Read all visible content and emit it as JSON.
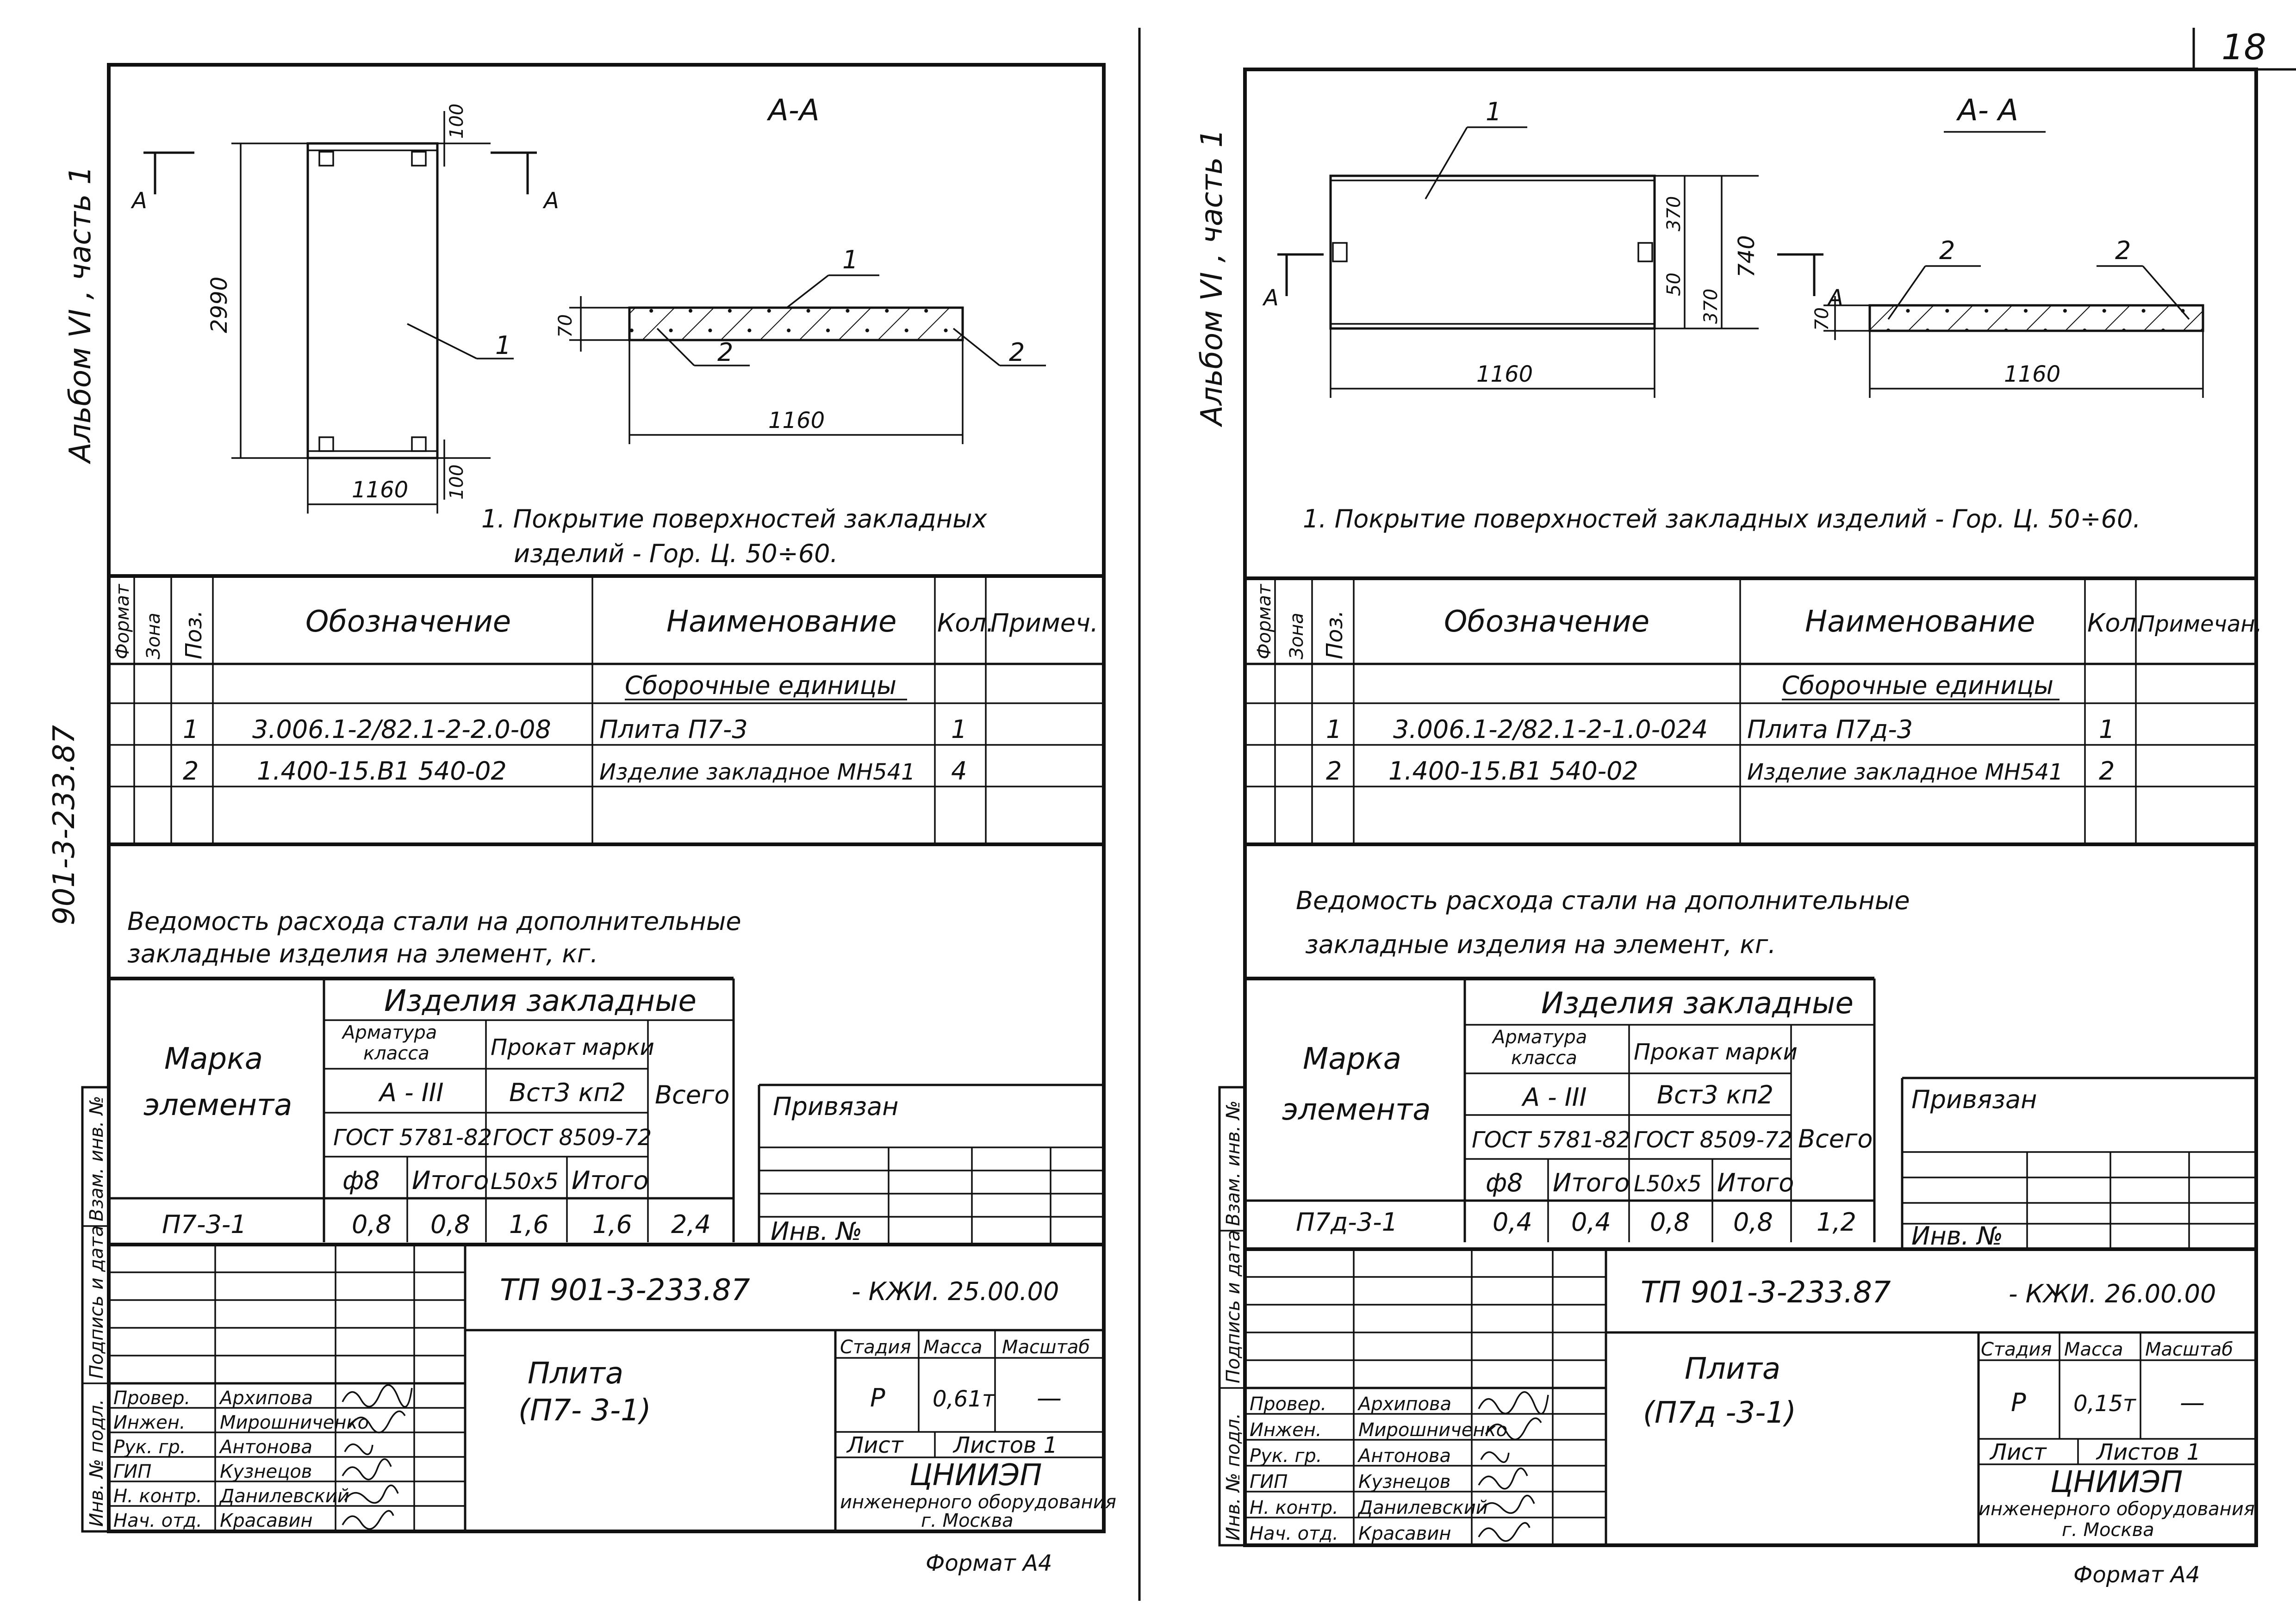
{
  "page_number": "18",
  "sheets": [
    {
      "album": "Альбом VI , часть 1",
      "project_code_side": "901-3-233.87",
      "section": "А-А",
      "dims": {
        "height": "2990",
        "width": "1160",
        "top": "100",
        "bottom": "100",
        "thick": "70",
        "section_width": "1160"
      },
      "positions": [
        "1",
        "2"
      ],
      "note": [
        "1. Покрытие поверхностей закладных",
        "изделий - Гор. Ц. 50÷60."
      ],
      "spec": {
        "headers": [
          "Формат",
          "Зона",
          "Поз.",
          "Обозначение",
          "Наименование",
          "Кол.",
          "Примеч."
        ],
        "group": "Сборочные единицы",
        "rows": [
          {
            "pos": "1",
            "code": "3.006.1-2/82.1-2-2.0-08",
            "name": "Плита П7-3",
            "qty": "1"
          },
          {
            "pos": "2",
            "code": "1.400-15.В1 540-02",
            "name": "Изделие закладное МН541",
            "qty": "4"
          }
        ]
      },
      "steel_title": [
        "Ведомость расхода стали на дополнительные",
        "закладные изделия на элемент, кг."
      ],
      "steel": {
        "mark_header": [
          "Марка",
          "элемента"
        ],
        "group": "Изделия закладные",
        "arm": [
          "Арматура",
          "класса",
          "А - III",
          "ГОСТ 5781-82"
        ],
        "prok": [
          "Прокат марки",
          "Вст3 кп2",
          "ГОСТ 8509-72"
        ],
        "total": "Всего",
        "cols": [
          "ф8",
          "Итого",
          "L50x5",
          "Итого"
        ],
        "row": {
          "mark": "П7-3-1",
          "v": [
            "0,8",
            "0,8",
            "1,6",
            "1,6",
            "2,4"
          ]
        }
      },
      "stamp": {
        "privyazan": "Привязан",
        "inv": "Инв. №",
        "side": [
          "Инв. № подл.",
          "Подпись и дата",
          "Взам. инв. №"
        ],
        "code": "ТП 901-3-233.87",
        "doc": "- КЖИ. 25.00.00",
        "title": [
          "Плита",
          "(П7- 3-1)"
        ],
        "headers": [
          "Стадия",
          "Масса",
          "Масштаб"
        ],
        "stage": "Р",
        "mass": "0,61т",
        "scale": "—",
        "sheet": "Лист",
        "sheets": "Листов 1",
        "org": [
          "ЦНИИЭП",
          "инженерного оборудования",
          "г. Москва"
        ],
        "people": [
          {
            "role": "Провер.",
            "name": "Архипова"
          },
          {
            "role": "Инжен.",
            "name": "Мирошниченко"
          },
          {
            "role": "Рук. гр.",
            "name": "Антонова"
          },
          {
            "role": "ГИП",
            "name": "Кузнецов"
          },
          {
            "role": "Н. контр.",
            "name": "Данилевский"
          },
          {
            "role": "Нач. отд.",
            "name": "Красавин"
          }
        ]
      },
      "format": "Формат А4"
    },
    {
      "album": "Альбом VI , часть 1",
      "section": "А- А",
      "dims": {
        "width": "1160",
        "d1": "50",
        "d2": "370",
        "d3": "740",
        "thick": "70",
        "section_width": "1160"
      },
      "positions": [
        "1",
        "2",
        "2"
      ],
      "note": [
        "1. Покрытие поверхностей закладных изделий - Гор. Ц. 50÷60."
      ],
      "spec": {
        "headers": [
          "Формат",
          "Зона",
          "Поз.",
          "Обозначение",
          "Наименование",
          "Кол.",
          "Примечан."
        ],
        "group": "Сборочные единицы",
        "rows": [
          {
            "pos": "1",
            "code": "3.006.1-2/82.1-2-1.0-024",
            "name": "Плита П7д-3",
            "qty": "1"
          },
          {
            "pos": "2",
            "code": "1.400-15.В1 540-02",
            "name": "Изделие закладное МН541",
            "qty": "2"
          }
        ]
      },
      "steel_title": [
        "Ведомость расхода стали на дополнительные",
        "закладные изделия на элемент, кг."
      ],
      "steel": {
        "mark_header": [
          "Марка",
          "элемента"
        ],
        "group": "Изделия закладные",
        "arm": [
          "Арматура",
          "класса",
          "А - III",
          "ГОСТ 5781-82"
        ],
        "prok": [
          "Прокат марки",
          "Вст3 кп2",
          "ГОСТ 8509-72"
        ],
        "total": "Всего",
        "cols": [
          "ф8",
          "Итого",
          "L50x5",
          "Итого"
        ],
        "row": {
          "mark": "П7д-3-1",
          "v": [
            "0,4",
            "0,4",
            "0,8",
            "0,8",
            "1,2"
          ]
        }
      },
      "stamp": {
        "privyazan": "Привязан",
        "inv": "Инв. №",
        "side": [
          "Инв. № подл.",
          "Подпись и дата",
          "Взам. инв. №"
        ],
        "code": "ТП 901-3-233.87",
        "doc": "- КЖИ. 26.00.00",
        "title": [
          "Плита",
          "(П7д -3-1)"
        ],
        "headers": [
          "Стадия",
          "Масса",
          "Масштаб"
        ],
        "stage": "Р",
        "mass": "0,15т",
        "scale": "—",
        "sheet": "Лист",
        "sheets": "Листов 1",
        "org": [
          "ЦНИИЭП",
          "инженерного оборудования",
          "г. Москва"
        ],
        "people": [
          {
            "role": "Провер.",
            "name": "Архипова"
          },
          {
            "role": "Инжен.",
            "name": "Мирошниченко"
          },
          {
            "role": "Рук. гр.",
            "name": "Антонова"
          },
          {
            "role": "ГИП",
            "name": "Кузнецов"
          },
          {
            "role": "Н. контр.",
            "name": "Данилевский"
          },
          {
            "role": "Нач. отд.",
            "name": "Красавин"
          }
        ]
      },
      "format": "Формат А4"
    }
  ]
}
